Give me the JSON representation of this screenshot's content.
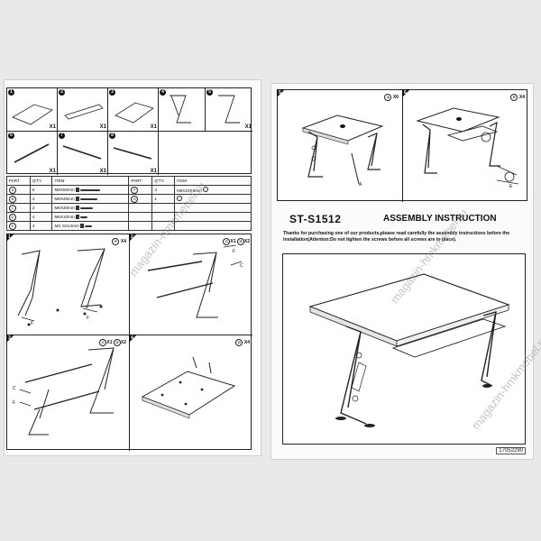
{
  "header": {
    "model": "ST-S1512",
    "title": "ASSEMBLY INSTRUCTION",
    "intro": "Thanks for purchasing one of our products,please read carefully the assembly instructions before the installation(Attenton:Do not tighten the screws before all screws are in place)."
  },
  "parts_grid": {
    "numbers": [
      "1",
      "2",
      "3",
      "4",
      "5",
      "6",
      "7",
      "8"
    ],
    "quantities": [
      "X1",
      "X1",
      "X1",
      "X1",
      "X1",
      "X1",
      "X1",
      "X1"
    ]
  },
  "parts_table": {
    "headers": [
      "PART",
      "Q'TY.",
      "ITEM"
    ],
    "left_rows": [
      {
        "part": "A",
        "qty": "6",
        "item": "M6X50mm"
      },
      {
        "part": "B",
        "qty": "4",
        "item": "M6X45mm"
      },
      {
        "part": "C",
        "qty": "2",
        "item": "M6X30mm"
      },
      {
        "part": "D",
        "qty": "4",
        "item": "M6X10mm"
      },
      {
        "part": "E",
        "qty": "4",
        "item": "M3. 5X14mm"
      }
    ],
    "right_rows": [
      {
        "part": "F",
        "qty": "4",
        "item": "M6X10X8mm"
      },
      {
        "part": "G",
        "qty": "1",
        "item": ""
      }
    ]
  },
  "steps": [
    {
      "num": "1",
      "badges": [
        {
          "part": "F",
          "qty": "X4"
        }
      ]
    },
    {
      "num": "2",
      "badges": [
        {
          "part": "C",
          "qty": "X1"
        },
        {
          "part": "G",
          "qty": "X2"
        }
      ]
    },
    {
      "num": "3",
      "badges": [
        {
          "part": "C",
          "qty": "X1"
        },
        {
          "part": "G",
          "qty": "X2"
        }
      ]
    },
    {
      "num": "4",
      "badges": [
        {
          "part": "D",
          "qty": "X4"
        }
      ]
    },
    {
      "num": "5",
      "badges": [
        {
          "part": "A",
          "qty": "X6"
        }
      ]
    },
    {
      "num": "6",
      "badges": [
        {
          "part": "E",
          "qty": "X4"
        }
      ]
    }
  ],
  "diagram_labels": {
    "step5": [
      "A"
    ],
    "step6": [
      "E"
    ],
    "step1": [
      "F",
      "F"
    ],
    "step3": [
      "C",
      "F"
    ],
    "step2": [
      "F",
      "C"
    ]
  },
  "barcode": "17052290",
  "watermark": "magazin-hmkmebel.ru"
}
